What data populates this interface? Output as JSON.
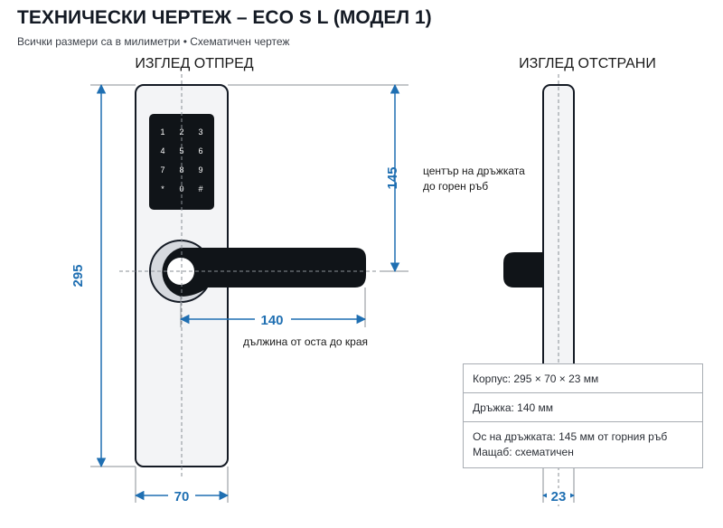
{
  "title": "ТЕХНИЧЕСКИ ЧЕРТЕЖ – ECO S L (МОДЕЛ 1)",
  "subtitle": "Всички размери са в милиметри • Схематичен чертеж",
  "views": {
    "front_label": "ИЗГЛЕД ОТПРЕД",
    "side_label": "ИЗГЛЕД ОТСТРАНИ"
  },
  "dimensions": {
    "height": "295",
    "width": "70",
    "handle_center_from_top": "145",
    "handle_center_note_line1": "център на дръжката",
    "handle_center_note_line2": "до горен ръб",
    "handle_length": "140",
    "handle_length_note": "дължина от оста до края",
    "depth": "23"
  },
  "keypad": {
    "keys": [
      "1",
      "2",
      "3",
      "4",
      "5",
      "6",
      "7",
      "8",
      "9",
      "*",
      "0",
      "#"
    ]
  },
  "info_box": {
    "body": "Корпус: 295 × 70 × 23 мм",
    "handle": "Дръжка: 140 мм",
    "axis": "Ос на дръжката: 145 мм от горния ръб",
    "scale": "Мащаб: схематичен"
  },
  "colors": {
    "dimension_blue": "#1f6fb2",
    "line_dark": "#141a24",
    "body_fill": "#f3f4f6",
    "keypad_fill": "#101418"
  }
}
